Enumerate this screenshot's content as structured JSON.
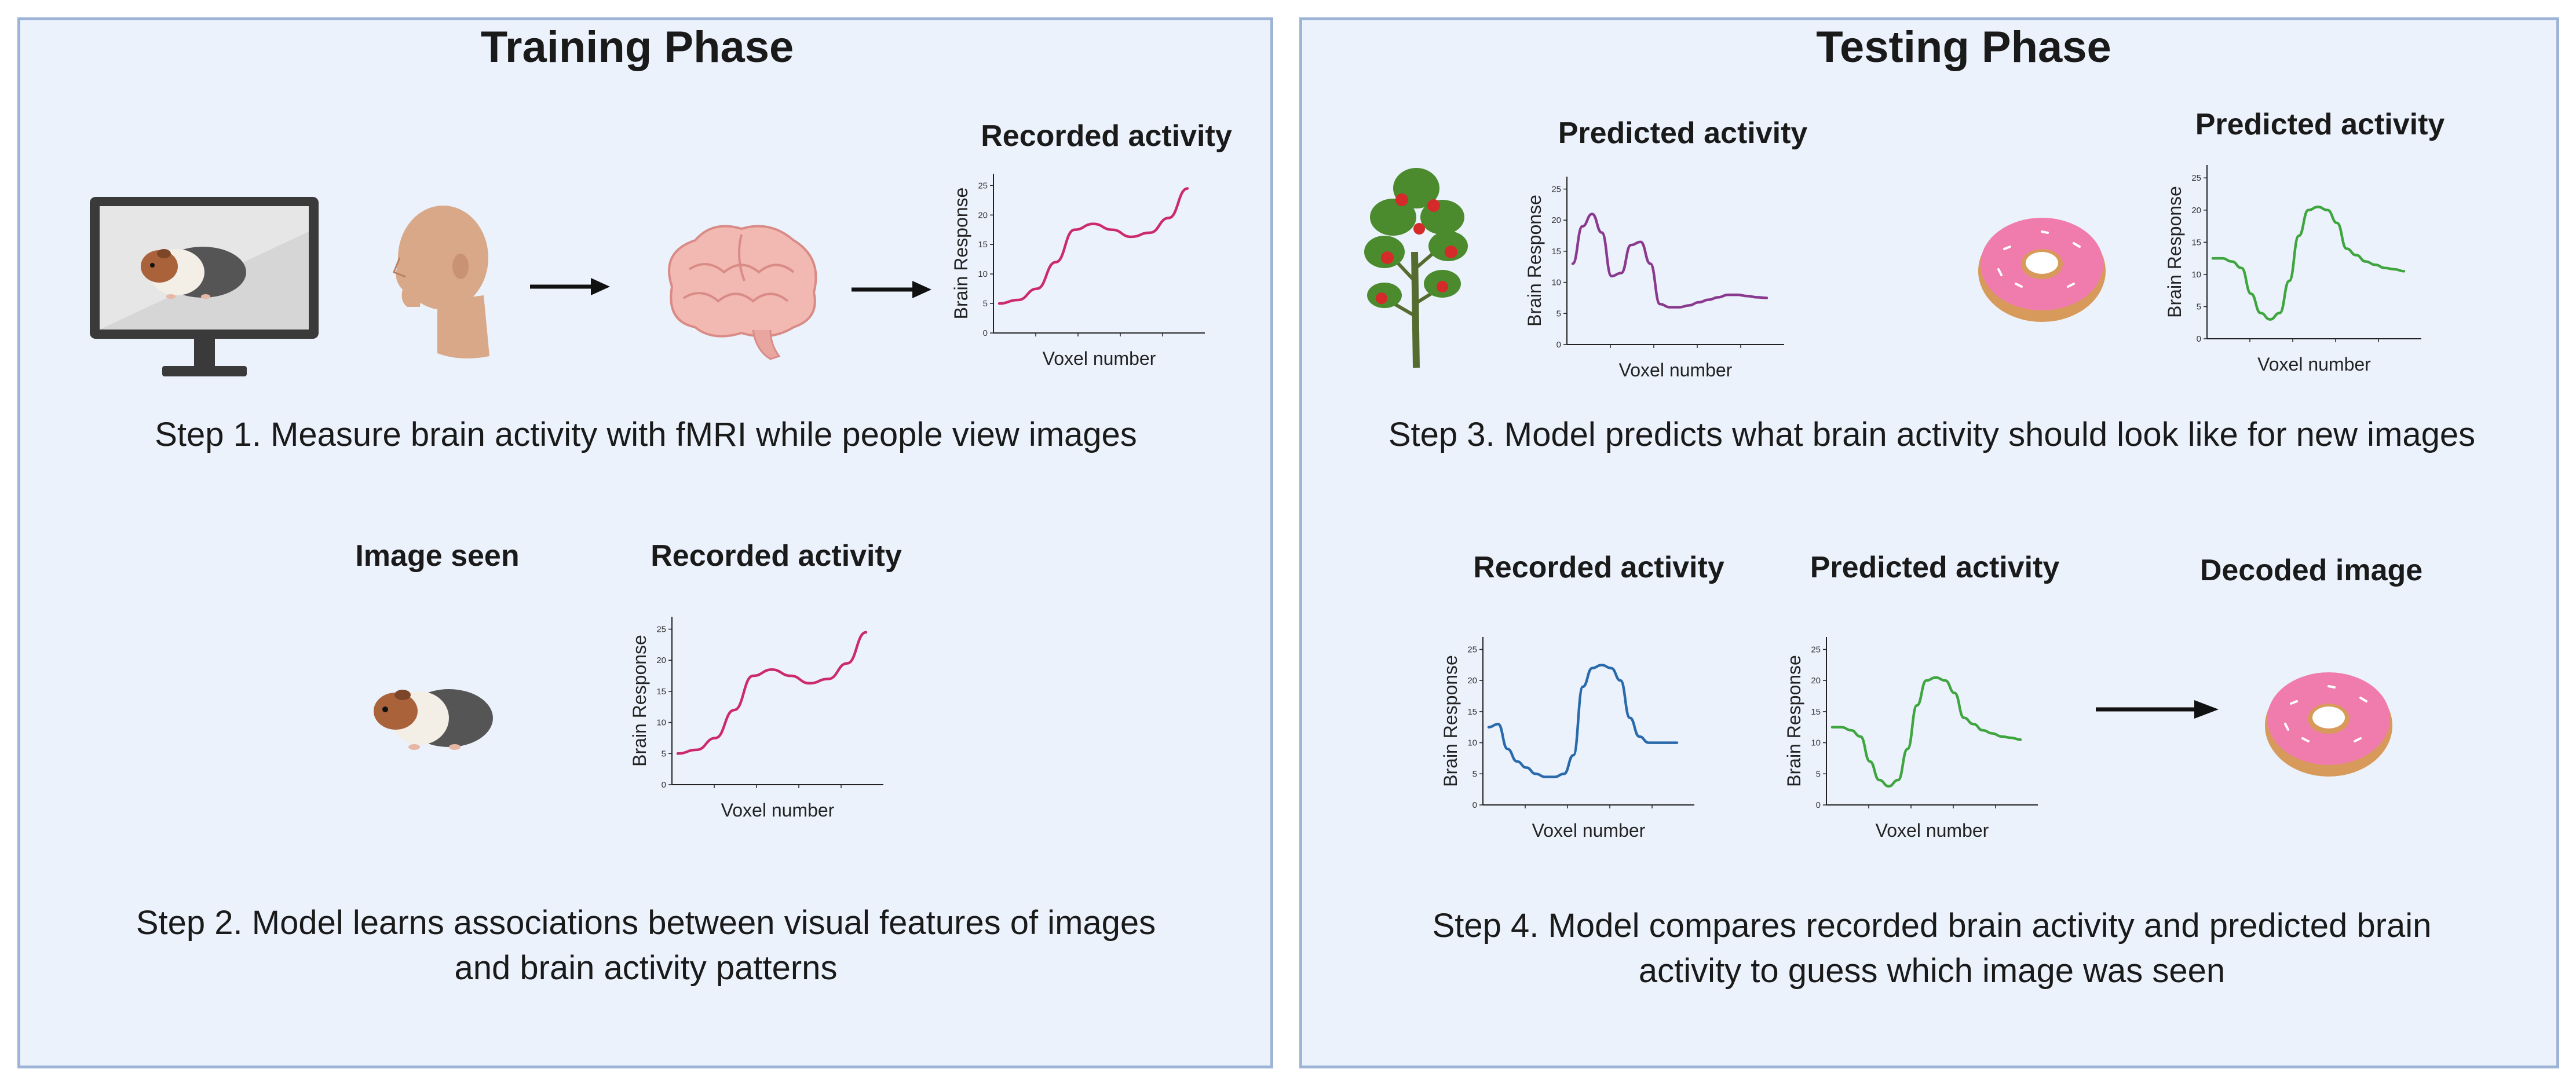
{
  "training": {
    "title": "Training Phase",
    "step1": {
      "chart_title": "Recorded activity",
      "caption": "Step 1. Measure brain activity with fMRI while people view images"
    },
    "step2": {
      "image_label": "Image seen",
      "chart_title": "Recorded activity",
      "caption_line1": "Step 2. Model learns associations between visual features of images",
      "caption_line2": "and brain activity patterns"
    }
  },
  "testing": {
    "title": "Testing Phase",
    "step3": {
      "chart_title_a": "Predicted activity",
      "chart_title_b": "Predicted activity",
      "caption": "Step 3. Model predicts what brain activity should look like for new images"
    },
    "step4": {
      "chart_title_a": "Recorded activity",
      "chart_title_b": "Predicted activity",
      "decoded_label": "Decoded image",
      "caption_line1": "Step 4. Model compares recorded brain activity and predicted brain",
      "caption_line2": "activity to guess which image was seen"
    }
  },
  "colors": {
    "recorded_magenta": "#cc2a6e",
    "tree_purple": "#8a3a8e",
    "donut_green": "#3fa53f",
    "recorded_blue": "#2a6aaa",
    "panel_bg": "#ebf2fc",
    "panel_border": "#9db4d6"
  },
  "chart_data": [
    {
      "id": "step1-recorded",
      "type": "line",
      "title": "Recorded activity",
      "xlabel": "Voxel number",
      "ylabel": "Brain Response",
      "yticks": [
        "0",
        "5",
        "10",
        "15",
        "20",
        "25"
      ],
      "ylim": [
        0,
        27
      ],
      "color": "#cc2a6e",
      "x": [
        0,
        1,
        2,
        3,
        4,
        5,
        6,
        7,
        8,
        9,
        10
      ],
      "values": [
        5,
        5.6,
        7.5,
        12,
        17.5,
        18.5,
        17.5,
        16.3,
        17,
        19.5,
        24.5
      ]
    },
    {
      "id": "step2-recorded",
      "type": "line",
      "title": "Recorded activity",
      "xlabel": "Voxel number",
      "ylabel": "Brain Response",
      "yticks": [
        "0",
        "5",
        "10",
        "15",
        "20",
        "25"
      ],
      "ylim": [
        0,
        27
      ],
      "color": "#cc2a6e",
      "x": [
        0,
        1,
        2,
        3,
        4,
        5,
        6,
        7,
        8,
        9,
        10
      ],
      "values": [
        5,
        5.6,
        7.5,
        12,
        17.5,
        18.5,
        17.5,
        16.3,
        17,
        19.5,
        24.5
      ]
    },
    {
      "id": "step3-tree",
      "type": "line",
      "title": "Predicted activity",
      "xlabel": "Voxel number",
      "ylabel": "Brain Response",
      "yticks": [
        "0",
        "5",
        "10",
        "15",
        "20",
        "25"
      ],
      "ylim": [
        0,
        27
      ],
      "color": "#8a3a8e",
      "x": [
        0,
        0.5,
        1,
        1.5,
        2,
        2.5,
        3,
        3.5,
        4,
        4.5,
        5,
        5.5,
        6,
        6.5,
        7,
        7.5,
        8,
        8.5,
        9,
        9.5,
        10
      ],
      "values": [
        13,
        19,
        21,
        18,
        11,
        11.5,
        16,
        16.5,
        13,
        6.5,
        6,
        6,
        6.3,
        6.8,
        7.2,
        7.6,
        8,
        8,
        7.8,
        7.6,
        7.5
      ]
    },
    {
      "id": "step3-donut",
      "type": "line",
      "title": "Predicted activity",
      "xlabel": "Voxel number",
      "ylabel": "Brain Response",
      "yticks": [
        "0",
        "5",
        "10",
        "15",
        "20",
        "25"
      ],
      "ylim": [
        0,
        27
      ],
      "color": "#3fa53f",
      "x": [
        0,
        0.5,
        1,
        1.5,
        2,
        2.5,
        3,
        3.5,
        4,
        4.5,
        5,
        5.5,
        6,
        6.5,
        7,
        7.5,
        8,
        8.5,
        9,
        9.5,
        10
      ],
      "values": [
        12.5,
        12.5,
        12,
        11,
        7,
        4,
        3,
        4,
        9,
        16,
        20,
        20.5,
        20,
        18,
        14,
        13,
        12,
        11.5,
        11,
        10.8,
        10.5
      ]
    },
    {
      "id": "step4-recorded",
      "type": "line",
      "title": "Recorded activity",
      "xlabel": "Voxel number",
      "ylabel": "Brain Response",
      "yticks": [
        "0",
        "5",
        "10",
        "15",
        "20",
        "25"
      ],
      "ylim": [
        0,
        27
      ],
      "color": "#2a6aaa",
      "x": [
        0,
        0.5,
        1,
        1.5,
        2,
        2.5,
        3,
        3.5,
        4,
        4.5,
        5,
        5.5,
        6,
        6.5,
        7,
        7.5,
        8,
        8.5,
        9,
        9.5,
        10
      ],
      "values": [
        12.5,
        13,
        9,
        7,
        6,
        5,
        4.5,
        4.5,
        5,
        8,
        19,
        22,
        22.5,
        22,
        20,
        14,
        11,
        10,
        10,
        10,
        10
      ]
    },
    {
      "id": "step4-predicted",
      "type": "line",
      "title": "Predicted activity",
      "xlabel": "Voxel number",
      "ylabel": "Brain Response",
      "yticks": [
        "0",
        "5",
        "10",
        "15",
        "20",
        "25"
      ],
      "ylim": [
        0,
        27
      ],
      "color": "#3fa53f",
      "x": [
        0,
        0.5,
        1,
        1.5,
        2,
        2.5,
        3,
        3.5,
        4,
        4.5,
        5,
        5.5,
        6,
        6.5,
        7,
        7.5,
        8,
        8.5,
        9,
        9.5,
        10
      ],
      "values": [
        12.5,
        12.5,
        12,
        11,
        7,
        4,
        3,
        4,
        9,
        16,
        20,
        20.5,
        20,
        18,
        14,
        13,
        12,
        11.5,
        11,
        10.8,
        10.5
      ]
    }
  ]
}
